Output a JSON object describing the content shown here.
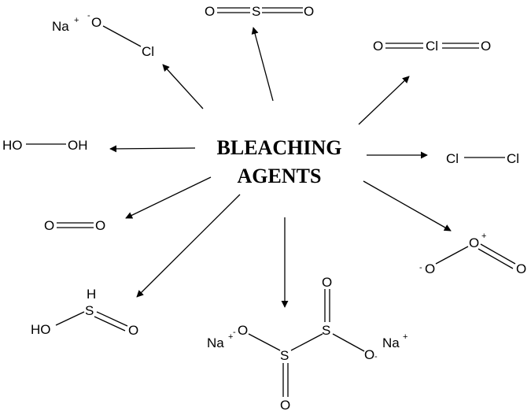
{
  "center": {
    "line1": "BLEACHING",
    "line2": "AGENTS"
  },
  "labels": {
    "na": "Na",
    "o": "O",
    "s": "S",
    "h": "H",
    "cl": "Cl",
    "ho": "HO",
    "oh": "OH",
    "plus": "+",
    "minus": "-"
  }
}
